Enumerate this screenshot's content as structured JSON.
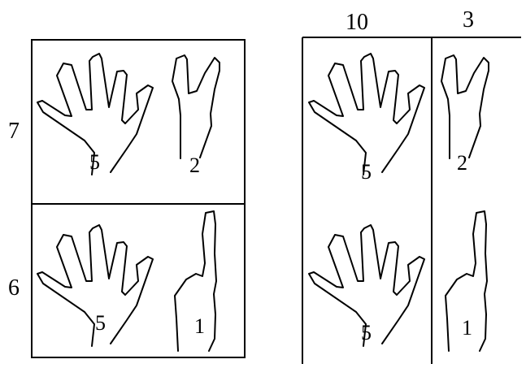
{
  "left_panel": {
    "row_labels": [
      "7",
      "6"
    ],
    "rows": [
      {
        "open_hand_digit": "5",
        "partial_hand_digit": "2"
      },
      {
        "open_hand_digit": "5",
        "partial_hand_digit": "1"
      }
    ]
  },
  "right_panel": {
    "column_labels": [
      "10",
      "3"
    ],
    "rows": [
      {
        "open_hand_digit": "5",
        "partial_hand_digit": "2"
      },
      {
        "open_hand_digit": "5",
        "partial_hand_digit": "1"
      }
    ]
  }
}
